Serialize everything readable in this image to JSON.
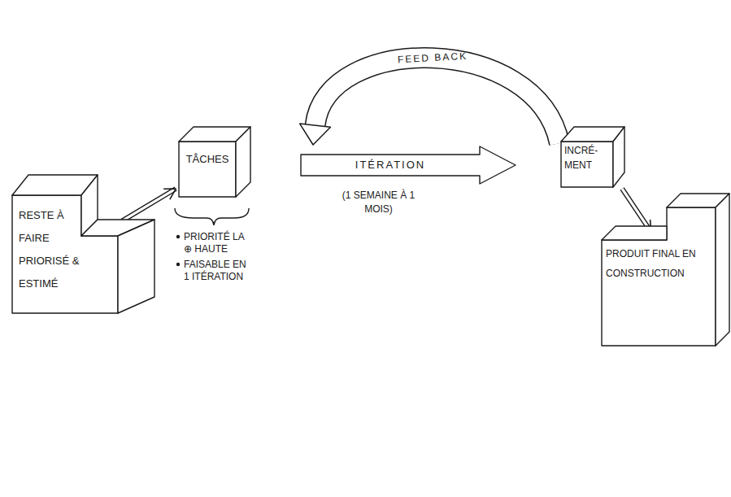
{
  "diagram": {
    "nodes": [
      {
        "text": [
          "RESTE À FAIRE PRIORISÉ & ESTIMÉ"
        ]
      },
      {
        "text": [
          "TÂCHES"
        ]
      },
      {
        "text": [
          "ITÉRATION",
          "(1 SEMAINE À 1 MOIS)"
        ]
      },
      {
        "text": [
          "INCRÉ- MENT"
        ]
      },
      {
        "text": [
          "PRODUIT FINAL EN CONSTRUCTION"
        ]
      }
    ],
    "edges": [
      {
        "from": 0,
        "to": 1,
        "arrow": "to"
      },
      {
        "from": 3,
        "to": 2,
        "label": "FEED BACK",
        "arrow": "to"
      },
      {
        "from": 3,
        "to": 4,
        "arrow": "to"
      }
    ],
    "labels": [
      "PRIORITÉ LA ⊕ HAUTE",
      "FAISABLE EN 1 ITÉRATION"
    ]
  }
}
